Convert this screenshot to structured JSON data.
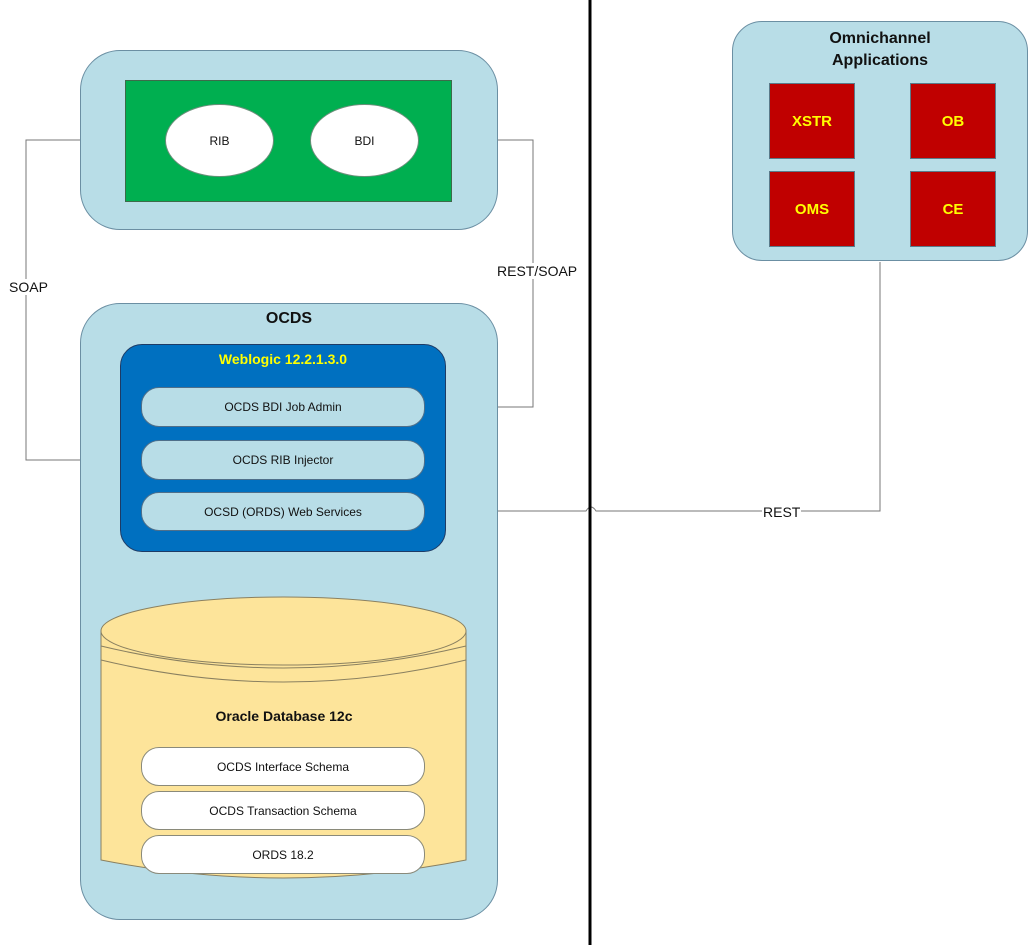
{
  "integration_panel": {
    "nodes": [
      {
        "label": "RIB"
      },
      {
        "label": "BDI"
      }
    ]
  },
  "omnichannel": {
    "title_line1": "Omnichannel",
    "title_line2": "Applications",
    "apps": [
      {
        "label": "XSTR"
      },
      {
        "label": "OB"
      },
      {
        "label": "OMS"
      },
      {
        "label": "CE"
      }
    ]
  },
  "ocds": {
    "title": "OCDS",
    "weblogic": {
      "title": "Weblogic 12.2.1.3.0",
      "components": [
        {
          "label": "OCDS BDI Job Admin"
        },
        {
          "label": "OCDS RIB Injector"
        },
        {
          "label": "OCSD (ORDS) Web Services"
        }
      ]
    },
    "database": {
      "title": "Oracle Database 12c",
      "schemas": [
        {
          "label": "OCDS Interface Schema"
        },
        {
          "label": "OCDS Transaction Schema"
        },
        {
          "label": "ORDS 18.2"
        }
      ]
    }
  },
  "connectors": {
    "soap": "SOAP",
    "rest_soap": "REST/SOAP",
    "rest": "REST"
  },
  "colors": {
    "panel": "#b8dde7",
    "green": "#00af50",
    "weblogic": "#0070c0",
    "app_red": "#c00000",
    "app_text": "#ffff00",
    "db_yellow": "#fde49a"
  }
}
